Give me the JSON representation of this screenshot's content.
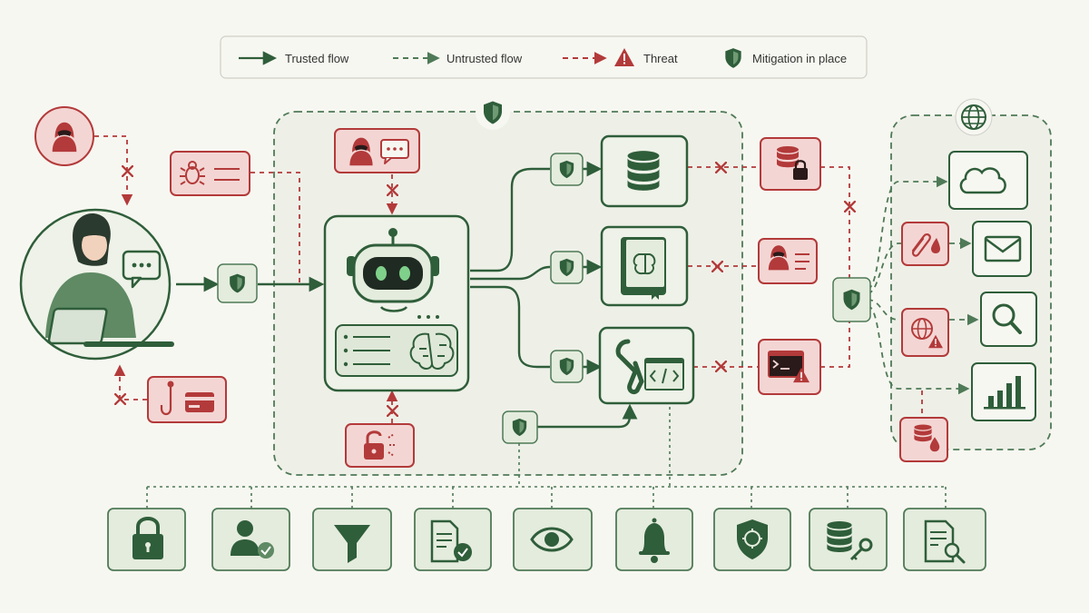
{
  "legend": {
    "trusted_label": "Trusted flow",
    "untrusted_label": "Untrusted flow",
    "threat_label": "Threat",
    "mitigation_label": "Mitigation in place"
  },
  "colors": {
    "trusted": "#2f5e3a",
    "untrusted": "#4f7a57",
    "threat": "#b33a3a",
    "threat_fill": "#f3d6d4",
    "mitigation_fill": "#e4ecdd",
    "node_fill": "#eef2e8",
    "background": "#f7f7f1"
  },
  "icons": {
    "user": "person-with-laptop-icon",
    "agent": "robot-icon",
    "database": "database-icon",
    "knowledge_base": "brain-book-icon",
    "tools": "wrench-code-icon",
    "external_services": [
      "globe-icon",
      "cloud-icon",
      "mail-icon",
      "search-icon",
      "bar-chart-icon"
    ],
    "threats": [
      "hacker-icon",
      "malware-bug-icon",
      "hacker-chat-icon",
      "phishing-hook-icon",
      "unlocked-padlock-icon",
      "locked-database-icon",
      "hacker-document-icon",
      "terminal-warning-icon",
      "paperclip-drop-icon",
      "globe-warning-icon",
      "poisoned-database-icon"
    ],
    "controls": [
      "lock-icon",
      "user-check-icon",
      "filter-icon",
      "document-check-icon",
      "eye-icon",
      "bell-icon",
      "shield-target-icon",
      "database-key-icon",
      "document-search-icon"
    ]
  }
}
